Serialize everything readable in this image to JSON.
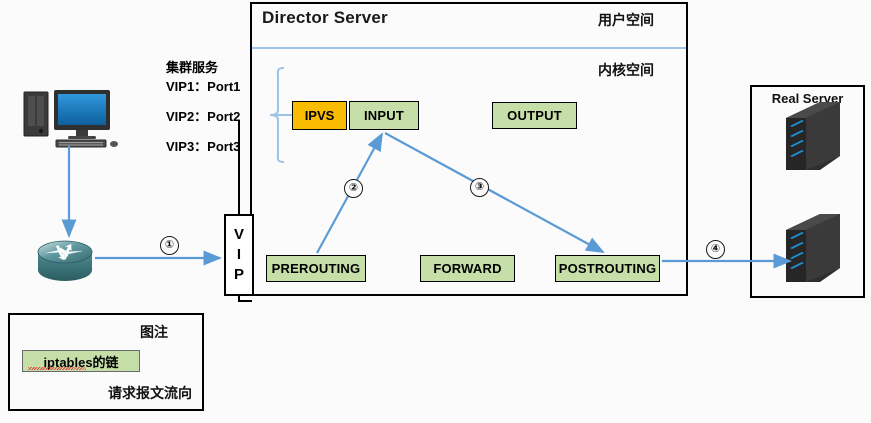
{
  "director": {
    "title": "Director Server",
    "user_space_label": "用户空间",
    "kernel_space_label": "内核空间",
    "boxes": {
      "ipvs": "IPVS",
      "input": "INPUT",
      "output": "OUTPUT",
      "prerouting": "PREROUTING",
      "forward": "FORWARD",
      "postrouting": "POSTROUTING"
    },
    "vip": {
      "letters": [
        "V",
        "I",
        "P"
      ]
    }
  },
  "cluster_service": {
    "title": "集群服务",
    "entries": [
      "VIP1：Port1",
      "VIP2：Port2",
      "VIP3：Port3"
    ]
  },
  "real_server": {
    "title": "Real Server",
    "count": 2
  },
  "steps": {
    "one": "①",
    "two": "②",
    "three": "③",
    "four": "④"
  },
  "legend": {
    "title": "图注",
    "chain_label": "iptables的链",
    "flow_label": "请求报文流向"
  },
  "colors": {
    "chain_green": "#c6dfa9",
    "ipvs_orange": "#f9bc00",
    "arrow_blue": "#5b9bd5",
    "divider_blue": "#9dc3e6",
    "router_teal": "#3f7d83",
    "server_dark": "#3a3a3a",
    "server_led": "#1e90d6",
    "monitor_blue": "#1f7fc4",
    "border_black": "#000000"
  }
}
